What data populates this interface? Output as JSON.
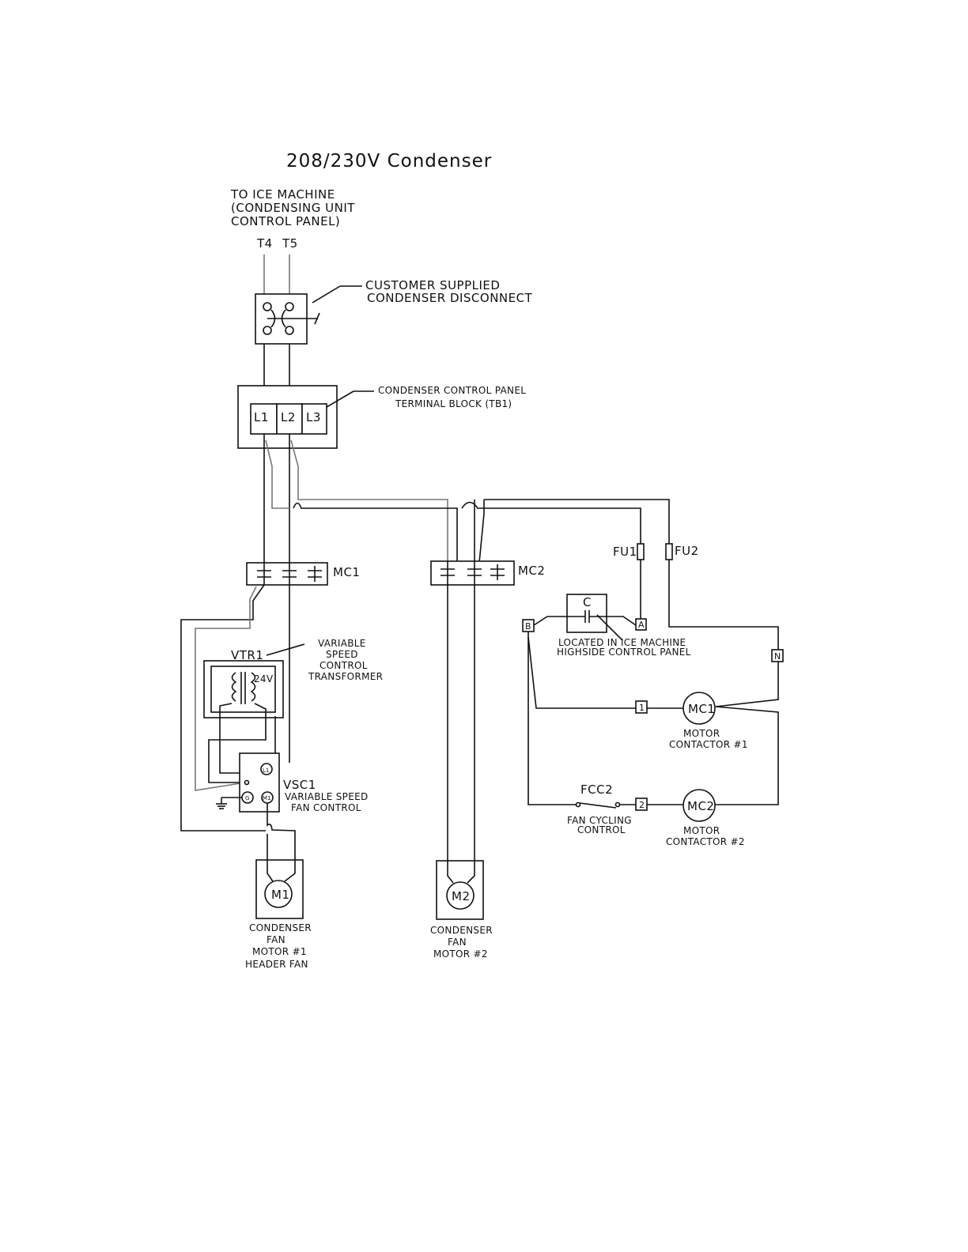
{
  "title": "208/230V Condenser",
  "to_ice_machine": [
    "TO ICE MACHINE",
    "(CONDENSING UNIT",
    "CONTROL PANEL)"
  ],
  "terminals": {
    "t4": "T4",
    "t5": "T5"
  },
  "disconnect_label": [
    "CUSTOMER SUPPLIED",
    "CONDENSER DISCONNECT"
  ],
  "panel_label": [
    "CONDENSER CONTROL PANEL",
    "TERMINAL BLOCK (TB1)"
  ],
  "terminal_block": [
    "L1",
    "L2",
    "L3"
  ],
  "mc1": "MC1",
  "mc2": "MC2",
  "fu1": "FU1",
  "fu2": "FU2",
  "vtr1": "VTR1",
  "vtr1_volts": "24V",
  "vtr1_desc": [
    "VARIABLE",
    "SPEED",
    "CONTROL",
    "TRANSFORMER"
  ],
  "vsc1": "VSC1",
  "vsc1_desc": [
    "VARIABLE SPEED",
    "FAN CONTROL"
  ],
  "vsc1_terminals": {
    "l1": "L1",
    "g": "G",
    "m1": "M1"
  },
  "capacitor": "C",
  "node_a": "A",
  "node_b": "B",
  "node_n": "N",
  "node_1": "1",
  "node_2": "2",
  "highside_note": [
    "LOCATED IN ICE MACHINE",
    "HIGHSIDE CONTROL PANEL"
  ],
  "mc1_coil": "MC1",
  "mc1_coil_desc": [
    "MOTOR",
    "CONTACTOR #1"
  ],
  "mc2_coil": "MC2",
  "mc2_coil_desc": [
    "MOTOR",
    "CONTACTOR #2"
  ],
  "fcc2": "FCC2",
  "fcc2_desc": [
    "FAN CYCLING",
    "CONTROL"
  ],
  "m1": "M1",
  "m1_desc": [
    "CONDENSER",
    "FAN",
    "MOTOR #1",
    "HEADER FAN"
  ],
  "m2": "M2",
  "m2_desc": [
    "CONDENSER",
    "FAN",
    "MOTOR #2"
  ]
}
